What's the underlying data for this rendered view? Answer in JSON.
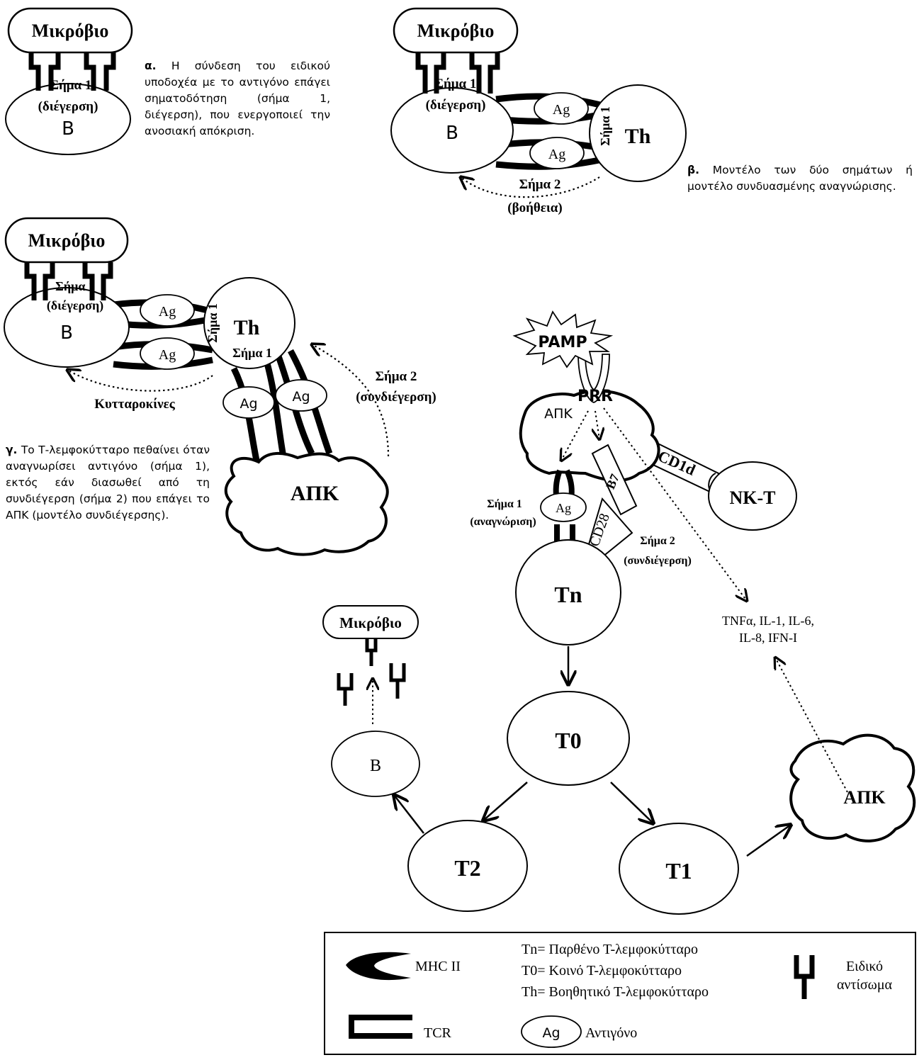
{
  "labels": {
    "microbe": "Μικρόβιο",
    "signal1": "Σήμα 1",
    "excitation": "(διέγερση)",
    "b_cell": "B",
    "ag": "Ag",
    "th": "Th",
    "signal2": "Σήμα 2",
    "help": "(βοήθεια)",
    "cytokines": "Κυτταροκίνες",
    "costim": "(συνδιέγερση)",
    "apc": "ΑΠΚ",
    "pamp": "PAMP",
    "prr": "PRR",
    "cd1d": "CD1d",
    "nkt": "NK-T",
    "b7": "B7",
    "cd28": "CD28",
    "recognition": "(αναγνώριση)",
    "tn": "Tn",
    "t0": "T0",
    "t1": "T1",
    "t2": "T2",
    "apc2": "ΑΠΚ",
    "cytokine_list_1": "TNFα, IL-1, IL-6,",
    "cytokine_list_2": "IL-8, IFN-I"
  },
  "captions": {
    "a_letter": "α.",
    "a_text": "Η σύνδεση του ειδικού υποδοχέα με το αντιγόνο επάγει σηματοδότηση (σήμα 1, διέγερση), που ενεργοποιεί την ανοσιακή απόκριση.",
    "b_letter": "β.",
    "b_text": "Μοντέλο των δύο σημάτων ή μοντέλο συνδυασμένης αναγνώρισης.",
    "c_letter": "γ.",
    "c_text": "Το Τ-λεμφοκύτταρο πεθαίνει όταν αναγνωρίσει αντιγόνο (σήμα 1), εκτός εάν διασωθεί από τη συνδιέγερση (σήμα 2) που επάγει το ΑΠΚ (μοντέλο συνδιέγερσης)."
  },
  "legend": {
    "mhc": "MHC II",
    "tcr": "TCR",
    "tn_def": "Tn= Παρθένο Τ-λεμφοκύτταρο",
    "t0_def": "T0= Κοινό Τ-λεμφοκύτταρο",
    "th_def": "Th= Βοηθητικό Τ-λεμφοκύτταρο",
    "antibody_1": "Ειδικό",
    "antibody_2": "αντίσωμα",
    "ag": "Ag",
    "antigen": "Αντιγόνο"
  }
}
